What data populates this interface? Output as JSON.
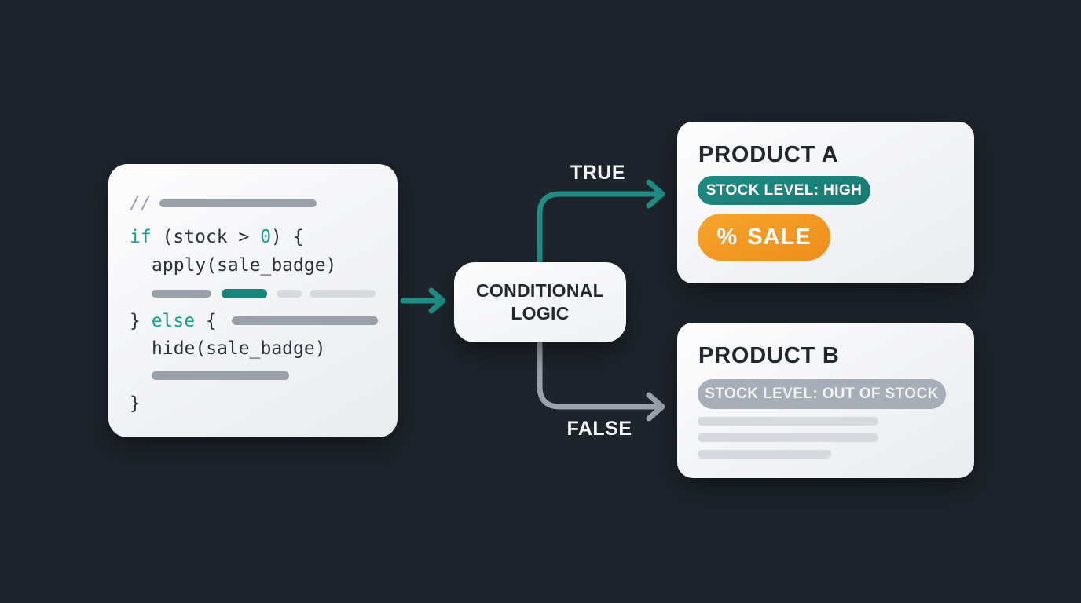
{
  "colors": {
    "background": "#1e242c",
    "teal_accent": "#1f8d83",
    "teal_badge": "#1d837b",
    "orange_badge": "#f39d26",
    "gray_arrow": "#9aa2ac",
    "card_background": "#f3f4f6",
    "dark_text": "#23282f"
  },
  "code_card": {
    "comment_marker": "//",
    "if_line": {
      "keyword": "if",
      "mid": " (stock > ",
      "number": "0",
      "end": ") {"
    },
    "apply_line": "apply(sale_badge)",
    "else_line": {
      "open": "} ",
      "keyword": "else",
      "close": " {"
    },
    "hide_line": "hide(sale_badge)",
    "closing_brace": "}"
  },
  "flow": {
    "node_label": "CONDITIONAL LOGIC",
    "true_label": "TRUE",
    "false_label": "FALSE"
  },
  "product_a": {
    "title": "PRODUCT A",
    "stock_badge": "STOCK LEVEL: HIGH",
    "sale_icon": "%",
    "sale_label": "SALE"
  },
  "product_b": {
    "title": "PRODUCT B",
    "stock_badge": "STOCK LEVEL: OUT OF STOCK"
  }
}
